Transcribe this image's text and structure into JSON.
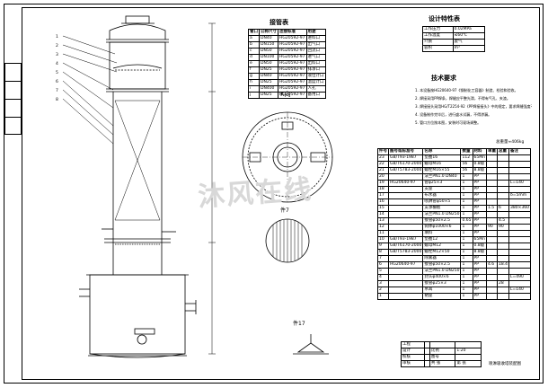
{
  "views": {
    "k_view_label": "K向",
    "section_1_label": "件7",
    "section_2_label": "件17"
  },
  "nozzle_table": {
    "title": "接管表",
    "header": [
      "管口",
      "公称尺寸",
      "连接标准",
      "用途"
    ],
    "rows": [
      [
        "a",
        "DN40",
        "HG20592-97",
        "进料口"
      ],
      [
        "b",
        "DN150",
        "HG20592-97",
        "出气口"
      ],
      [
        "c",
        "DN50",
        "HG20592-97",
        "回流口"
      ],
      [
        "d",
        "DN100",
        "HG20592-97",
        "进气口"
      ],
      [
        "e",
        "DN50",
        "HG20592-97",
        "出料口"
      ],
      [
        "f",
        "DN25",
        "HG20592-97",
        "排净口"
      ],
      [
        "g",
        "DN40",
        "HG20592-97",
        "液位计口"
      ],
      [
        "h",
        "DN25",
        "HG20592-97",
        "温度计口"
      ],
      [
        "i",
        "DN400",
        "HG20592-97",
        "人孔"
      ],
      [
        "j",
        "DN25",
        "HG20592-97",
        "备用口"
      ]
    ]
  },
  "design_data": {
    "title": "设计特性表",
    "rows": [
      [
        "工作压力",
        "0.02MPa"
      ],
      [
        "工作温度",
        "≤60℃"
      ],
      [
        "介质",
        "废气"
      ],
      [
        "容积",
        "m³"
      ]
    ]
  },
  "technical_requirements": {
    "title": "技术要求",
    "lines": [
      "1. 本设备按HG20640-97《钢制化工容器》制造、检验和验收。",
      "2. 焊接采用PP焊条，焊缝应平整光滑，不得有气孔、夹渣。",
      "3. 焊接接头采用HG/T2254-92《PP焊接接头》中的规定，要求焊缝强度不低于母材。",
      "4. 设备制作完毕后，进行盛水试漏，不得渗漏。",
      "5. 管口方位按本图，安装时可现场调整。"
    ]
  },
  "total_weight_label": "总重量≈406kg",
  "parts": {
    "header": [
      "件号",
      "图号或标准号",
      "名称",
      "数量",
      "材料",
      "单重",
      "总重",
      "备注"
    ],
    "rows": [
      [
        "23",
        "GB/T93-1987",
        "垫圈16",
        "112",
        "65Mn",
        "",
        "",
        ""
      ],
      [
        "22",
        "GB/T6170-2000",
        "螺母M16",
        "56",
        "0.8级",
        "",
        "",
        ""
      ],
      [
        "21",
        "GB/T5783-2000",
        "螺栓M16×55",
        "56",
        "8.8级",
        "",
        "",
        ""
      ],
      [
        "20",
        "",
        "法兰PN1.0 DN40",
        "1",
        "PP",
        "",
        "",
        ""
      ],
      [
        "19",
        "HG20640-97",
        "管φ25×3",
        "1",
        "PP",
        "",
        "",
        "L=140"
      ],
      [
        "18",
        "",
        "支座",
        "1",
        "PP",
        "",
        "",
        ""
      ],
      [
        "17",
        "",
        "布水器",
        "1",
        "PP",
        "",
        "",
        "δ=5mm"
      ],
      [
        "16",
        "",
        "喷淋管φ50×5",
        "1",
        "PP",
        "",
        "",
        ""
      ],
      [
        "15",
        "",
        "支承栅板",
        "1",
        "PP",
        "1.5",
        "6",
        "380×360"
      ],
      [
        "14",
        "",
        "法兰PN1.0 DN250",
        "1",
        "PP",
        "",
        "",
        ""
      ],
      [
        "13",
        "",
        "接管φ50×2.5",
        "0.65",
        "PP",
        "",
        "4.5",
        ""
      ],
      [
        "12",
        "",
        "筒体φ1000×6",
        "1",
        "PP",
        "90",
        "90",
        ""
      ],
      [
        "11",
        "",
        "填料",
        "1",
        "PP",
        "",
        "",
        ""
      ],
      [
        "10",
        "GB/T93-1987",
        "垫圈12",
        "1",
        "65Mn",
        "",
        "",
        ""
      ],
      [
        "9",
        "GB/T6170-2000",
        "螺母M12",
        "1",
        "0.8级",
        "",
        "",
        ""
      ],
      [
        "8",
        "GB/T5783-2000",
        "螺栓M12×50",
        "1",
        "8.8级",
        "",
        "",
        ""
      ],
      [
        "7",
        "",
        "除雾器",
        "1",
        "PP",
        "",
        "",
        ""
      ],
      [
        "6",
        "HG20640-97",
        "接管φ50×2.5",
        "1",
        "PP",
        "4.6",
        "18.4",
        ""
      ],
      [
        "5",
        "",
        "法兰PN1.0 DN250",
        "1",
        "PP",
        "",
        "",
        ""
      ],
      [
        "4",
        "",
        "封头φ400×6",
        "1",
        "PP",
        "",
        "",
        "L=490"
      ],
      [
        "3",
        "",
        "接管φ25×3",
        "1",
        "PP",
        "",
        "28",
        ""
      ],
      [
        "2",
        "",
        "吊耳",
        "1",
        "PP",
        "",
        "",
        "L=140"
      ],
      [
        "1",
        "",
        "裙座",
        "1",
        "PP",
        "",
        "",
        ""
      ]
    ]
  },
  "title_block": {
    "rows": [
      [
        "工程",
        "",
        "",
        ""
      ],
      [
        "设计",
        "",
        "比例",
        "1:20"
      ],
      [
        "校核",
        "",
        "图号",
        ""
      ],
      [
        "审核",
        "",
        "共 张",
        "第 张"
      ]
    ],
    "drawing_name": "喷淋吸收塔装配图"
  },
  "watermark": "沐风在线"
}
